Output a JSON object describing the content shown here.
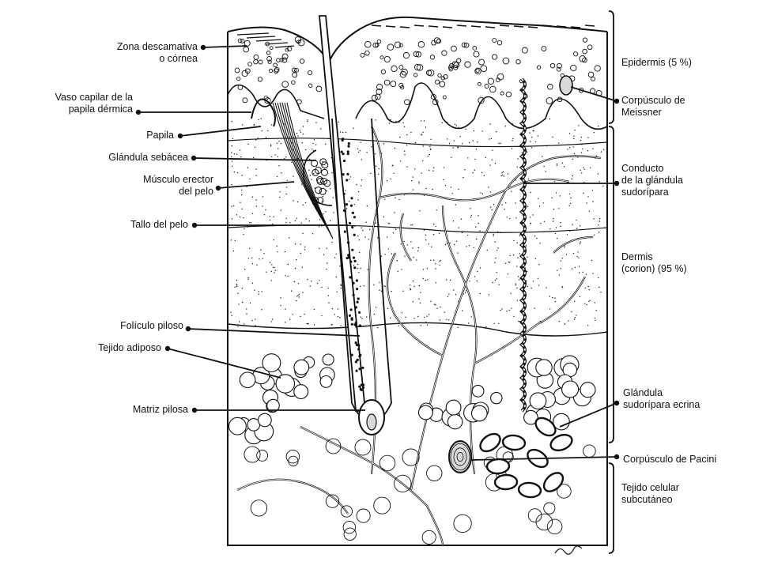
{
  "labels_left": [
    {
      "id": "zona-descamativa",
      "lines": [
        "Zona descamativa",
        "o córnea"
      ]
    },
    {
      "id": "vaso-capilar",
      "lines": [
        "Vaso capilar de la",
        "papila dérmica"
      ]
    },
    {
      "id": "papila",
      "lines": [
        "Papila"
      ]
    },
    {
      "id": "glandula-sebacea",
      "lines": [
        "Glándula sebácea"
      ]
    },
    {
      "id": "musculo-erector",
      "lines": [
        "Músculo erector",
        "del pelo"
      ]
    },
    {
      "id": "tallo-pelo",
      "lines": [
        "Tallo del pelo"
      ]
    },
    {
      "id": "foliculo-piloso",
      "lines": [
        "Folículo piloso"
      ]
    },
    {
      "id": "tejido-adiposo",
      "lines": [
        "Tejido adiposo"
      ]
    },
    {
      "id": "matriz-pilosa",
      "lines": [
        "Matriz pilosa"
      ]
    }
  ],
  "labels_right": [
    {
      "id": "epidermis",
      "lines": [
        "Epidermis  (5 %)"
      ]
    },
    {
      "id": "corpusculo-meissner",
      "lines": [
        "Corpúsculo de",
        "Meissner"
      ]
    },
    {
      "id": "conducto-glandula",
      "lines": [
        "Conducto",
        "de la glándula",
        "sudorípara"
      ]
    },
    {
      "id": "dermis",
      "lines": [
        "Dermis",
        "(corion)  (95 %)"
      ]
    },
    {
      "id": "glandula-ecrina",
      "lines": [
        "Glándula",
        "sudorípara ecrina"
      ]
    },
    {
      "id": "corpusculo-pacini",
      "lines": [
        "Corpúsculo de Pacini"
      ]
    },
    {
      "id": "tejido-subcutaneo",
      "lines": [
        "Tejido celular",
        "subcutáneo"
      ]
    }
  ],
  "colors": {
    "ink": "#111111",
    "paper": "#ffffff",
    "shade": "#d9d9d9"
  }
}
